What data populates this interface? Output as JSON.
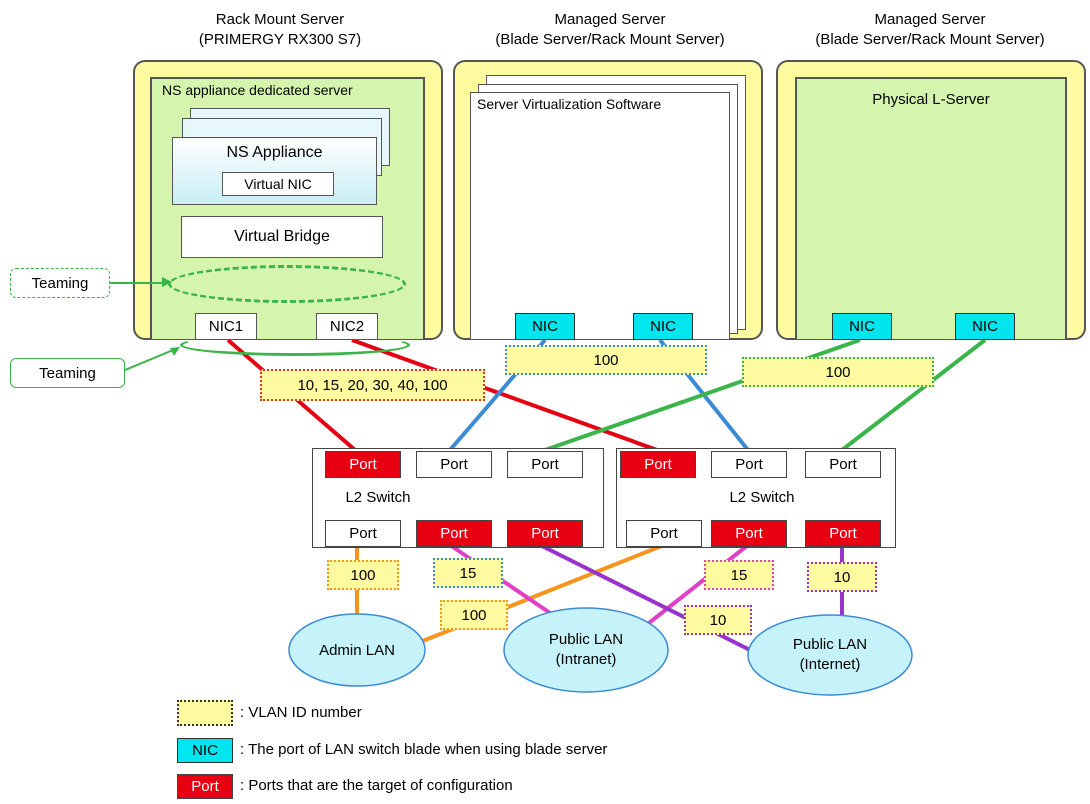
{
  "servers": {
    "rack": {
      "title": "Rack Mount Server\n(PRIMERGY RX300 S7)",
      "inner_label": "NS appliance dedicated server",
      "appliance": "NS Appliance",
      "virtual_nic": "Virtual NIC",
      "virtual_bridge": "Virtual Bridge",
      "nic1": "NIC1",
      "nic2": "NIC2"
    },
    "managed1": {
      "title": "Managed Server\n(Blade Server/Rack Mount Server)",
      "inner_label": "Server Virtualization Software",
      "nic_a": "NIC",
      "nic_b": "NIC"
    },
    "managed2": {
      "title": "Managed Server\n(Blade Server/Rack Mount Server)",
      "inner_label": "Physical L-Server",
      "nic_a": "NIC",
      "nic_b": "NIC"
    }
  },
  "teaming": {
    "upper": "Teaming",
    "lower": "Teaming"
  },
  "vlans": {
    "nic_team": "10, 15, 20, 30, 40, 100",
    "managed1": "100",
    "managed2": "100",
    "admin": "100",
    "sw1_15": "15",
    "sw2_15": "15",
    "sw2_10": "10",
    "admin_cross": "100",
    "cross_10": "10"
  },
  "switches": [
    {
      "label": "L2 Switch",
      "top_ports": [
        "Port",
        "Port",
        "Port"
      ],
      "bottom_ports": [
        "Port",
        "Port",
        "Port"
      ]
    },
    {
      "label": "L2 Switch",
      "top_ports": [
        "Port",
        "Port",
        "Port"
      ],
      "bottom_ports": [
        "Port",
        "Port",
        "Port"
      ]
    }
  ],
  "networks": {
    "admin": "Admin LAN",
    "intranet": "Public LAN\n(Intranet)",
    "internet": "Public LAN\n(Internet)"
  },
  "legend": {
    "vlan_text": ": VLAN ID number",
    "nic_sample": "NIC",
    "nic_text": ": The port of LAN switch blade when using blade server",
    "port_sample": "Port",
    "port_text": ": Ports that are the target of configuration"
  },
  "colors": {
    "red": "#e60012",
    "blue": "#3a8ad6",
    "green": "#39b54a",
    "orange": "#f7941d",
    "magenta": "#e040c8",
    "purple": "#9933cc",
    "cyan": "#00e5ee",
    "yellow": "#fdfaa0",
    "light_green": "#d5f5ae"
  }
}
